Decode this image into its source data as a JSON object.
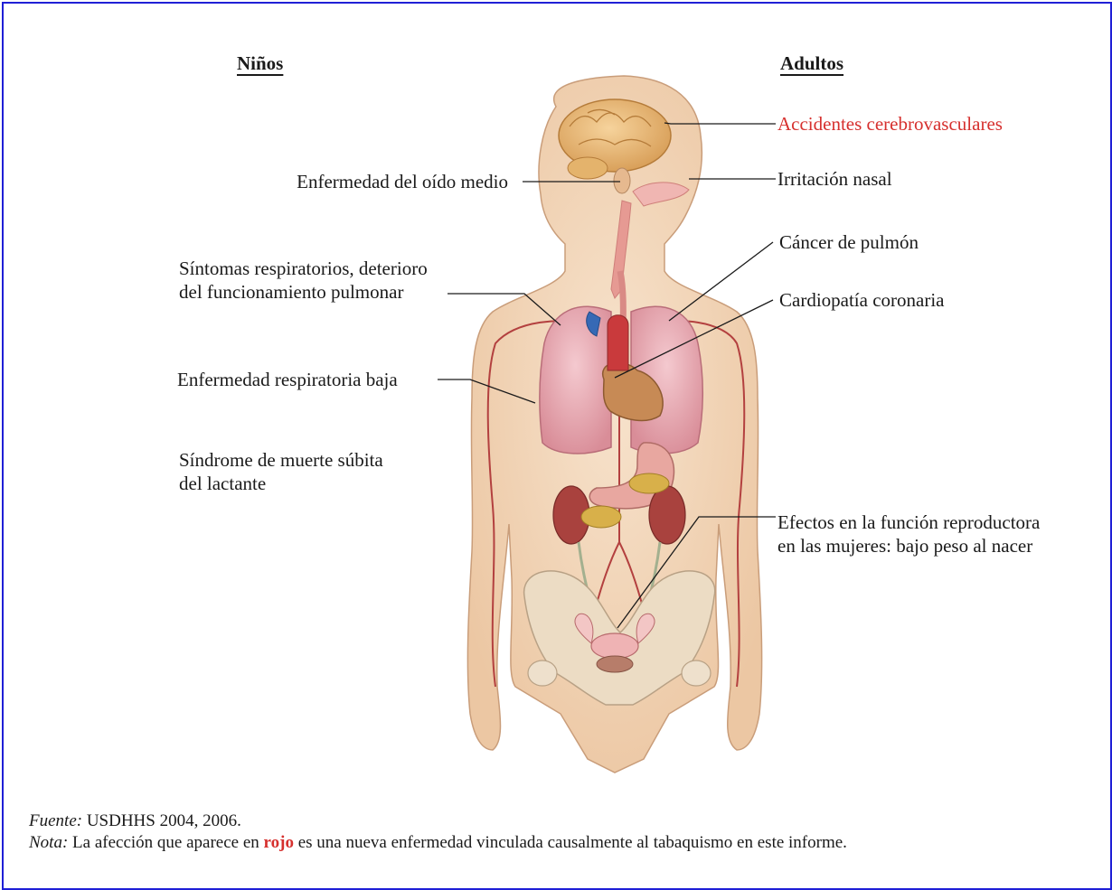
{
  "headers": {
    "children": "Niños",
    "adults": "Adultos"
  },
  "children_labels": [
    "Enfermedad del oído medio",
    "Síntomas respiratorios, deterioro",
    "del funcionamiento pulmonar",
    "Enfermedad respiratoria baja",
    "Síndrome de muerte súbita",
    "del lactante"
  ],
  "adult_labels": [
    "Accidentes cerebrovasculares",
    "Irritación nasal",
    "Cáncer de pulmón",
    "Cardiopatía coronaria",
    "Efectos en la función reproductora",
    "en las mujeres: bajo peso al nacer"
  ],
  "footer": {
    "source_label": "Fuente:",
    "source_text": "USDHHS 2004, 2006.",
    "note_label": "Nota:",
    "note_pre": "La afección que aparece en",
    "note_red": "rojo",
    "note_post": "es una nueva enfermedad vinculada causalmente al tabaquismo en este informe."
  },
  "colors": {
    "highlight": "#d6302e",
    "frame": "#1f1fd6",
    "skin": "#f3dcc4"
  }
}
